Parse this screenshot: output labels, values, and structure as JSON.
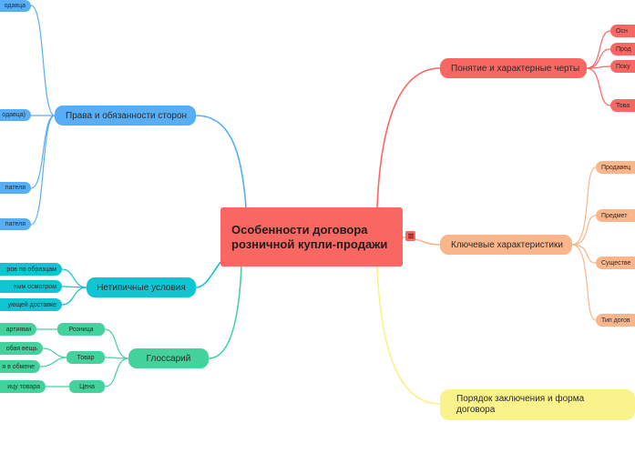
{
  "center": {
    "title": "Особенности договора розничной купли-продажи"
  },
  "right": {
    "concept": {
      "label": "Понятие и характерные черты",
      "children": [
        "Осн",
        "Прод",
        "Поку",
        "Това"
      ]
    },
    "key": {
      "label": "Ключевые характеристики",
      "children": [
        "Продавец",
        "Предмет",
        "Существе",
        "Тип догов"
      ]
    },
    "order": {
      "label": "Порядок заключения и форма договора"
    }
  },
  "left": {
    "rights": {
      "label": "Права и обязанности сторон",
      "children": [
        "одавца",
        "одавца)",
        "пателя",
        "пателя"
      ]
    },
    "atypical": {
      "label": "Нетипичные условия",
      "children": [
        "ров по образцам",
        "ным осмотром",
        "ующей доставке"
      ]
    },
    "glossary": {
      "label": "Глоссарий",
      "terms": [
        {
          "label": "Розница",
          "children": [
            "артиями"
          ]
        },
        {
          "label": "Товар",
          "children": [
            "обая вещь",
            "я в обмене"
          ]
        },
        {
          "label": "Цена",
          "children": [
            "ицу товара"
          ]
        }
      ]
    }
  },
  "colors": {
    "red": "#f96763",
    "orange": "#fab58a",
    "yellow": "#faf28a",
    "blue": "#57aef5",
    "teal": "#0fc5d1",
    "green": "#44d29c"
  },
  "icons": {
    "topic_menu": "menu-icon"
  }
}
